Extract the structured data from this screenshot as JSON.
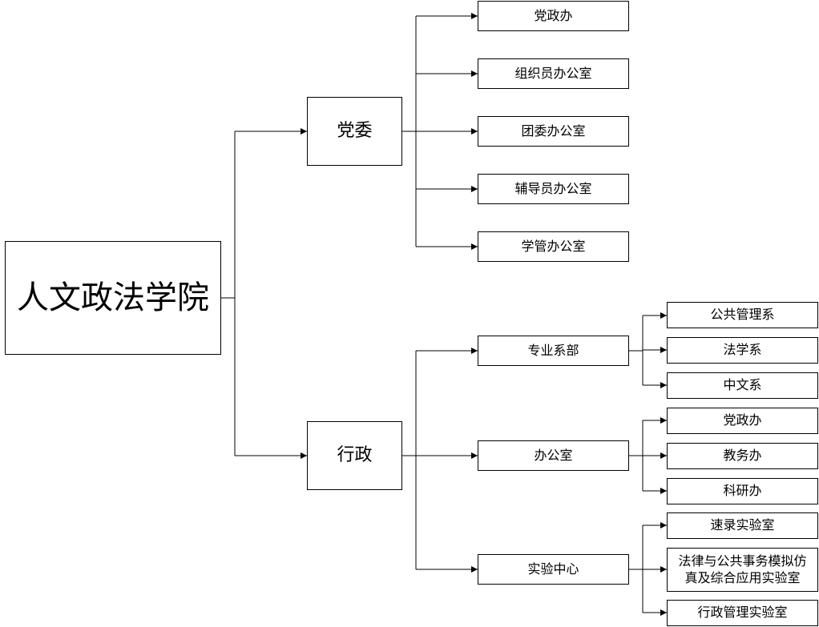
{
  "root": {
    "label": "人文政法学院"
  },
  "party": {
    "label": "党委",
    "children": [
      "党政办",
      "组织员办公室",
      "团委办公室",
      "辅导员办公室",
      "学管办公室"
    ]
  },
  "admin": {
    "label": "行政",
    "departments": {
      "label": "专业系部",
      "children": [
        "公共管理系",
        "法学系",
        "中文系"
      ]
    },
    "office": {
      "label": "办公室",
      "children": [
        "党政办",
        "教务办",
        "科研办"
      ]
    },
    "lab": {
      "label": "实验中心",
      "children": [
        "速录实验室",
        "法律与公共事务模拟仿真及综合应用实验室",
        "行政管理实验室"
      ]
    }
  },
  "colors": {
    "line": "#000000",
    "box_border": "#000000",
    "background": "#ffffff",
    "text": "#000000"
  }
}
